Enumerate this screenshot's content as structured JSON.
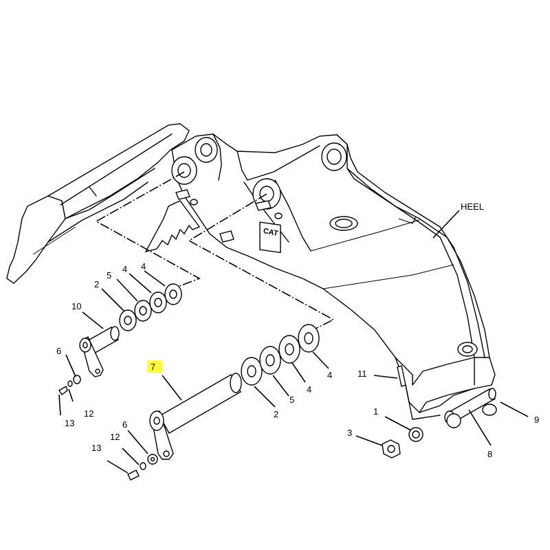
{
  "callouts": {
    "heel": "HEEL",
    "c1": "1",
    "c2a": "2",
    "c2b": "2",
    "c3": "3",
    "c4a": "4",
    "c4b": "4",
    "c4c": "4",
    "c4d": "4",
    "c5a": "5",
    "c5b": "5",
    "c6a": "6",
    "c6b": "6",
    "c7": "7",
    "c8": "8",
    "c9": "9",
    "c10": "10",
    "c11": "11",
    "c12a": "12",
    "c12b": "12",
    "c13a": "13",
    "c13b": "13"
  },
  "logo_text": "CAT",
  "highlight_color": "#ffff33"
}
